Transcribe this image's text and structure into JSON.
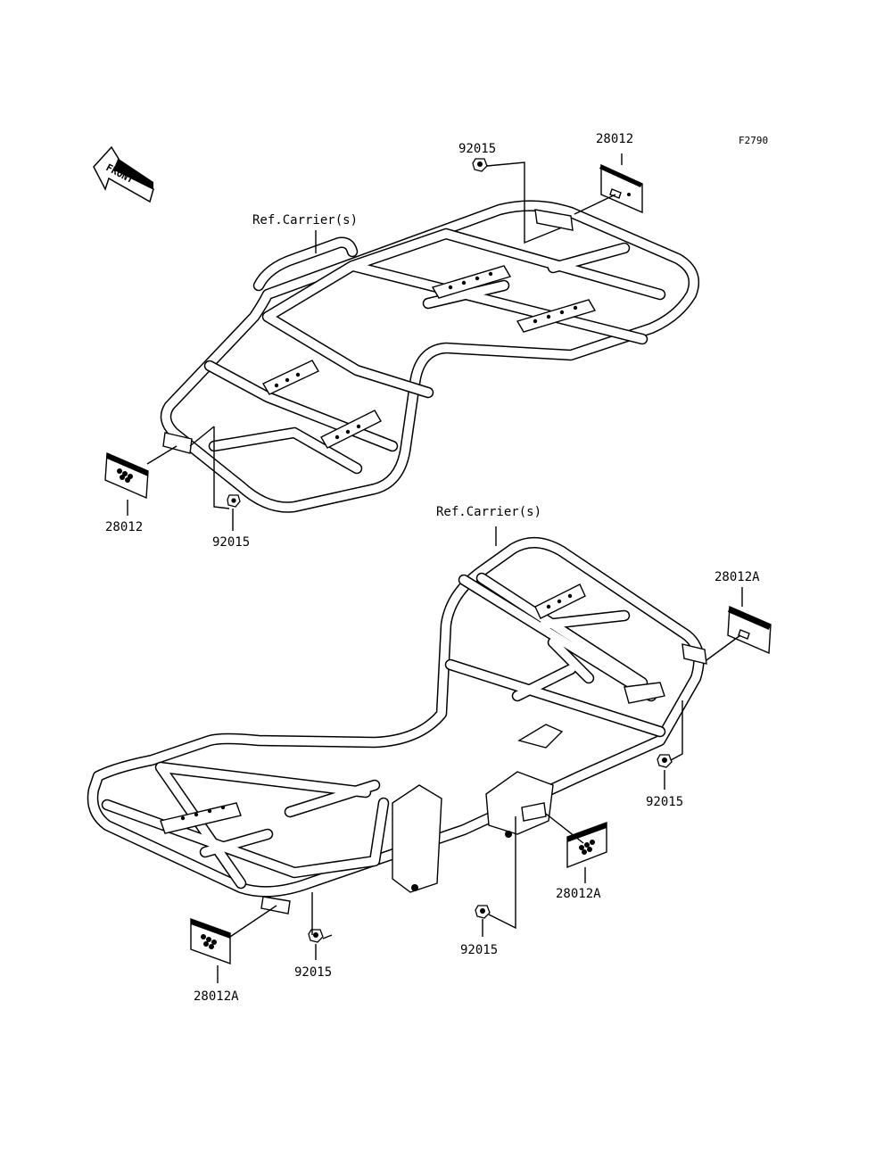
{
  "figure_code": "F2790",
  "front_arrow_text": "FRONT",
  "callouts": {
    "nut_top": "92015",
    "reflector_top_rear": "28012",
    "carrier_top": "Ref.Carrier(s)",
    "reflector_top_front": "28012",
    "nut_top_left": "92015",
    "carrier_bottom": "Ref.Carrier(s)",
    "reflector_bottom_right": "28012A",
    "nut_bottom_right": "92015",
    "reflector_bottom_mid": "28012A",
    "nut_bottom_mid": "92015",
    "nut_bottom_left": "92015",
    "reflector_bottom_left": "28012A"
  }
}
